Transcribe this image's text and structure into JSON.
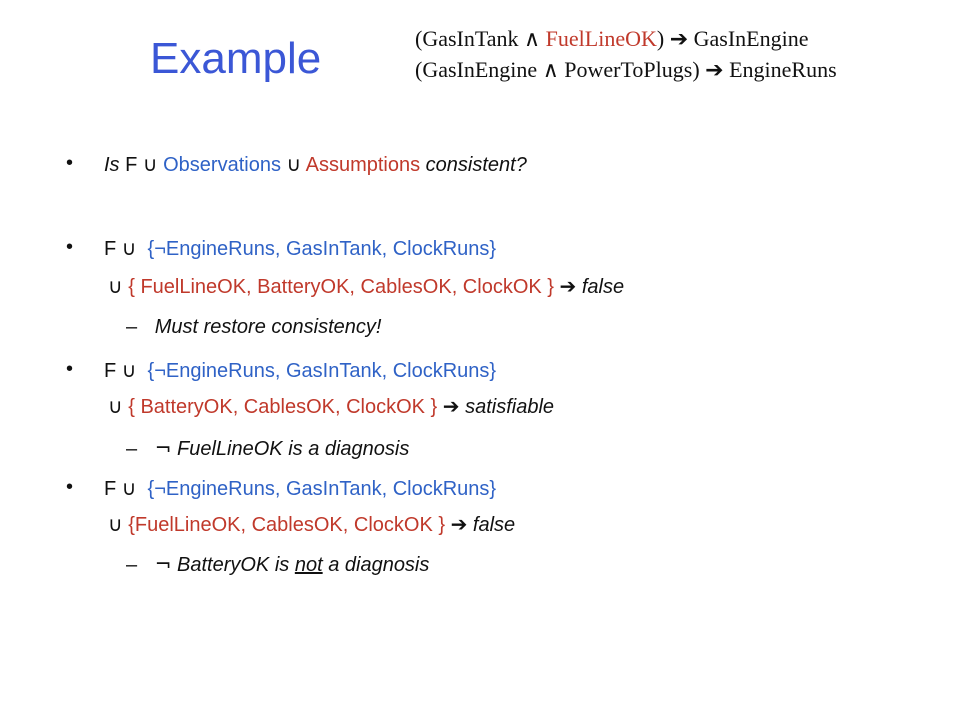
{
  "title": "Example",
  "formulas": {
    "line1": {
      "open": "(GasInTank",
      "and": "∧",
      "fuel": "FuelLineOK",
      "close": ")",
      "arrow": "➔",
      "result": "GasInEngine"
    },
    "line2": {
      "open": "(GasInEngine",
      "and": "∧",
      "power": "PowerToPlugs",
      "close": ")",
      "arrow": "➔",
      "result": "EngineRuns"
    }
  },
  "bullets": {
    "b1": {
      "dot": "•",
      "is": "Is ",
      "f": "F",
      "union1": "∪",
      "obs": "Observations",
      "union2": "∪",
      "assump": "Assumptions",
      "rest": " consistent?"
    },
    "b2": {
      "dot": "•",
      "f": "F",
      "union": "∪",
      "obs": "{¬EngineRuns, GasInTank, ClockRuns}",
      "union2": "∪",
      "assump": "{ FuelLineOK, BatteryOK, CablesOK, ClockOK }",
      "arrow": "➔",
      "result": "false",
      "sub_dash": "–",
      "sub_text": "Must restore consistency!"
    },
    "b3": {
      "dot": "•",
      "f": "F",
      "union": "∪",
      "obs": "{¬EngineRuns, GasInTank, ClockRuns}",
      "union2": "∪",
      "assump": "{ BatteryOK, CablesOK, ClockOK }",
      "arrow": "➔",
      "result": "satisfiable",
      "sub_dash": "–",
      "sub_neg": "¬",
      "sub_text": "FuelLineOK is a diagnosis"
    },
    "b4": {
      "dot": "•",
      "f": "F",
      "union": "∪",
      "obs": "{¬EngineRuns, GasInTank, ClockRuns}",
      "union2": "∪",
      "assump": "{FuelLineOK, CablesOK, ClockOK }",
      "arrow": "➔",
      "result": "false",
      "sub_dash": "–",
      "sub_neg": "¬",
      "sub_pre": "BatteryOK is ",
      "sub_not": "not",
      "sub_post": " a diagnosis"
    }
  }
}
